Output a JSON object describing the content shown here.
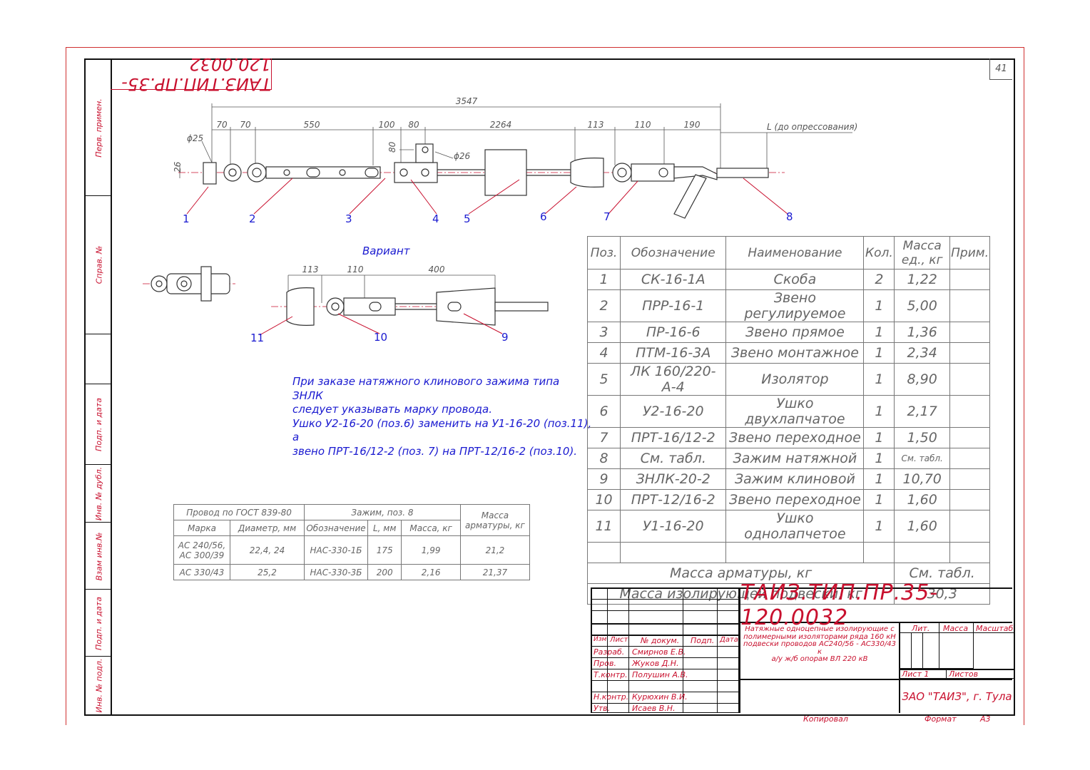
{
  "page_number": "41",
  "rotated_code": "ТАИЗ.ТИП.ПР.35-120.0032",
  "side_labels": [
    "Перв. примен.",
    "Справ. №",
    "Подп. и дата",
    "Инв. № дубл.",
    "Взам инв.№",
    "Подп. и дата",
    "Инв. № подл."
  ],
  "dimensions": {
    "total": "3547",
    "d70a": "70",
    "d70b": "70",
    "d550": "550",
    "d100": "100",
    "d80": "80",
    "d2264": "2264",
    "d113": "113",
    "d110": "110",
    "d190": "190",
    "L": "L (до опрессования)",
    "phi25": "ϕ25",
    "h26": "26",
    "v80": "80",
    "phi26": "ϕ26",
    "var113": "113",
    "var110": "110",
    "var400": "400"
  },
  "callouts_main": [
    "1",
    "2",
    "3",
    "4",
    "5",
    "6",
    "7",
    "8"
  ],
  "callouts_variant": [
    "11",
    "10",
    "9"
  ],
  "variant_title": "Вариант",
  "note_lines": [
    "При заказе натяжного клинового зажима типа ЗНЛК",
    "следует указывать марку провода.",
    "Ушко У2-16-20 (поз.6) заменить на У1-16-20 (поз.11), а",
    "звено ПРТ-16/12-2 (поз. 7) на ПРТ-12/16-2 (поз.10)."
  ],
  "spec_table": {
    "headers": [
      "Поз.",
      "Обозначение",
      "Наименование",
      "Кол.",
      "Масса ед., кг",
      "Прим."
    ],
    "rows": [
      [
        "1",
        "СК-16-1А",
        "Скоба",
        "2",
        "1,22",
        ""
      ],
      [
        "2",
        "ПРР-16-1",
        "Звено регулируемое",
        "1",
        "5,00",
        ""
      ],
      [
        "3",
        "ПР-16-6",
        "Звено прямое",
        "1",
        "1,36",
        ""
      ],
      [
        "4",
        "ПТМ-16-3А",
        "Звено монтажное",
        "1",
        "2,34",
        ""
      ],
      [
        "5",
        "ЛК 160/220-А-4",
        "Изолятор",
        "1",
        "8,90",
        ""
      ],
      [
        "6",
        "У2-16-20",
        "Ушко двухлапчатое",
        "1",
        "2,17",
        ""
      ],
      [
        "7",
        "ПРТ-16/12-2",
        "Звено переходное",
        "1",
        "1,50",
        ""
      ],
      [
        "8",
        "См. табл.",
        "Зажим натяжной",
        "1",
        "См. табл.",
        ""
      ],
      [
        "9",
        "ЗНЛК-20-2",
        "Зажим клиновой",
        "1",
        "10,70",
        ""
      ],
      [
        "10",
        "ПРТ-12/16-2",
        "Звено переходное",
        "1",
        "1,60",
        ""
      ],
      [
        "11",
        "У1-16-20",
        "Ушко однолапчетое",
        "1",
        "1,60",
        ""
      ]
    ],
    "mass_fittings_label": "Масса арматуры, кг",
    "mass_fittings_value": "См. табл.",
    "mass_suspension_label": "Масса изолирующей подвески, кг",
    "mass_suspension_value": "30,3"
  },
  "wire_table": {
    "h_wire": "Провод по ГОСТ 839-80",
    "h_clamp": "Зажим, поз. 8",
    "h_mass": "Масса арматуры, кг",
    "h_mark": "Марка",
    "h_diam": "Диаметр, мм",
    "h_desig": "Обозначение",
    "h_L": "L, мм",
    "h_m": "Масса, кг",
    "rows": [
      {
        "mark": "АС 240/56, АС 300/39",
        "diam": "22,4, 24",
        "desig": "НАС-330-1Б",
        "L": "175",
        "m": "1,99",
        "total": "21,2"
      },
      {
        "mark": "АС 330/43",
        "diam": "25,2",
        "desig": "НАС-330-3Б",
        "L": "200",
        "m": "2,16",
        "total": "21,37"
      }
    ]
  },
  "stamp": {
    "code": "ТАИЗ.ТИП.ПР.35-120.0032",
    "title_lines": [
      "Натяжные одноцепные изолирующие с",
      "полимерными изоляторами ряда 160 кН",
      "подвески проводов АС240/56 - АС330/43 к",
      "а/у ж/б опорам ВЛ 220 кВ"
    ],
    "col_izm": "Изм",
    "col_list": "Лист",
    "col_doc": "№ докум.",
    "col_podp": "Подп.",
    "col_date": "Дата",
    "roles": [
      "Разраб.",
      "Пров.",
      "Т.контр.",
      "",
      "Н.контр.",
      "Утв."
    ],
    "names": [
      "Смирнов Е.В.",
      "Жуков Д.Н.",
      "Полушин А.В.",
      "",
      "Курюхин В.И.",
      "Исаев В.Н."
    ],
    "lit": "Лит.",
    "massa": "Масса",
    "masshtab": "Масштаб",
    "sheet": "Лист 1",
    "sheets": "Листов",
    "org": "ЗАО \"ТАИЗ\", г. Тула",
    "copied": "Копировал",
    "format_label": "Формат",
    "format_value": "А3"
  }
}
